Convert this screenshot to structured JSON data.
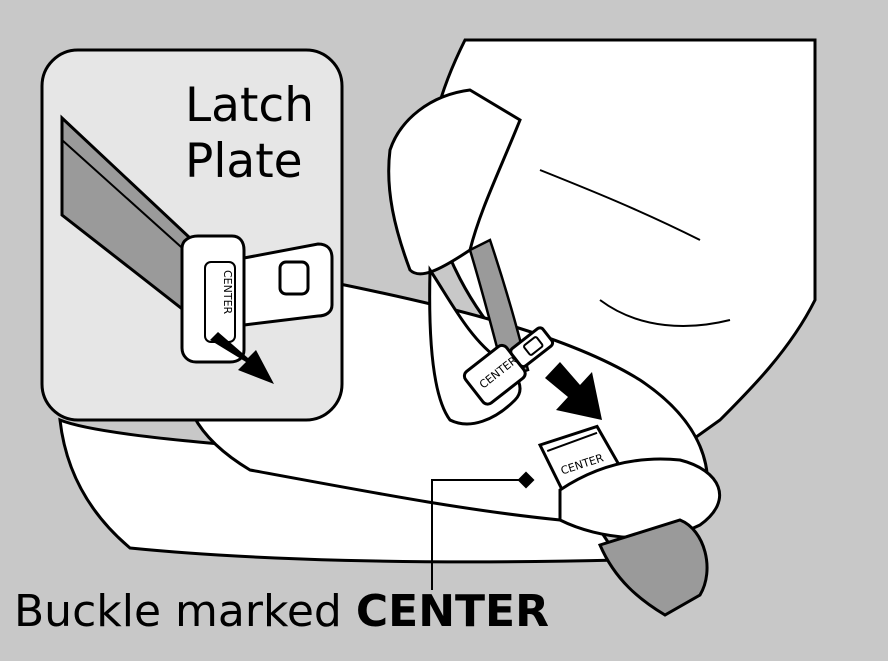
{
  "callout": {
    "title_line1": "Latch",
    "title_line2": "Plate",
    "plate_stamp": "CENTER"
  },
  "buckle": {
    "stamp": "CENTER",
    "tongue_stamp": "CENTER"
  },
  "caption": {
    "prefix": "Buckle marked ",
    "emphasis": "CENTER"
  },
  "colors": {
    "background": "#c8c8c8",
    "panel": "#e6e6e6",
    "line": "#000000",
    "fill": "#ffffff",
    "strap": "#9a9a9a"
  }
}
